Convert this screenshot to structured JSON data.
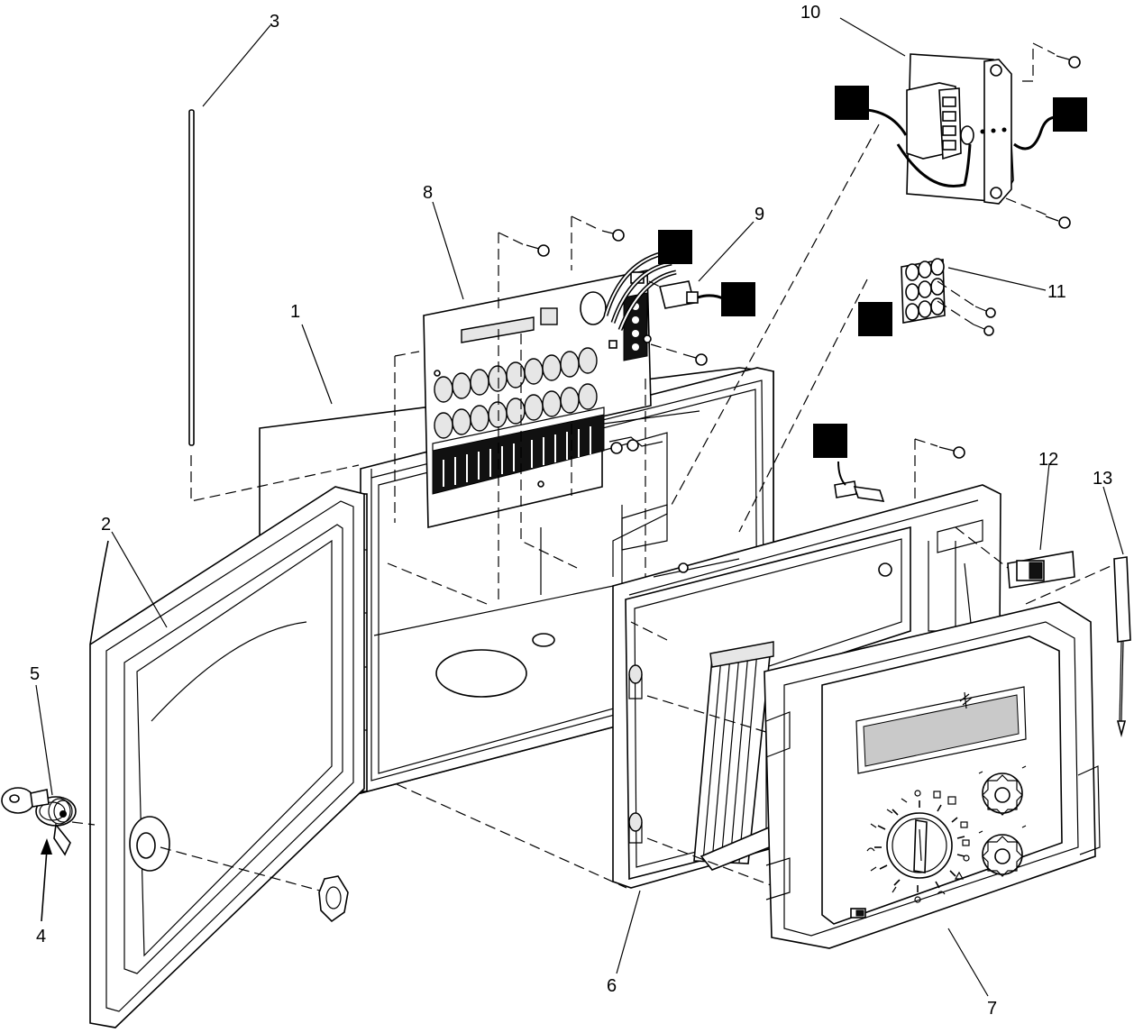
{
  "callouts": [
    {
      "id": "1",
      "label": "1"
    },
    {
      "id": "2",
      "label": "2"
    },
    {
      "id": "3",
      "label": "3"
    },
    {
      "id": "4",
      "label": "4"
    },
    {
      "id": "5",
      "label": "5"
    },
    {
      "id": "6",
      "label": "6"
    },
    {
      "id": "7",
      "label": "7"
    },
    {
      "id": "8",
      "label": "8"
    },
    {
      "id": "9",
      "label": "9"
    },
    {
      "id": "10",
      "label": "10"
    },
    {
      "id": "11",
      "label": "11"
    },
    {
      "id": "12",
      "label": "12"
    },
    {
      "id": "13",
      "label": "13"
    }
  ],
  "colors": {
    "line": "#000000",
    "background": "#ffffff",
    "fill_light": "#e6e6e6"
  }
}
